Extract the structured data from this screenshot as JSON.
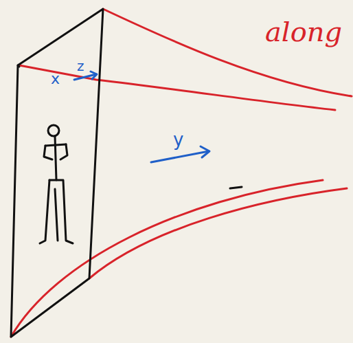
{
  "diagram": {
    "labels": [
      "along",
      "x",
      "z",
      "y"
    ]
  }
}
